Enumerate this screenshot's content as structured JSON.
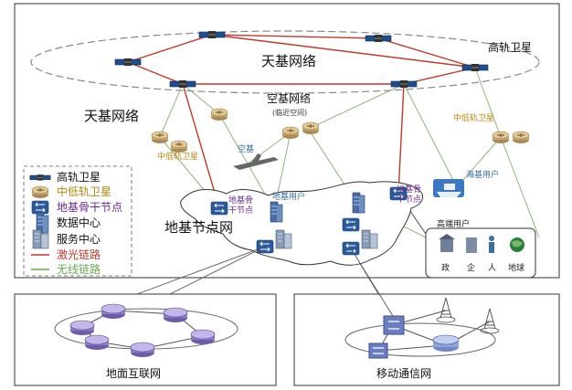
{
  "labels": {
    "top_network": "天基网络",
    "high_orbit_top": "高轨卫星",
    "left_network": "天基网络",
    "air_network": "空基网络",
    "air_sub": "(临近空间)",
    "air_craft": "空基",
    "mid_orbit_left": "中低轨卫星",
    "mid_orbit_right": "中低轨卫星",
    "ground_node_net": "地基节点网",
    "backbone_node_left_1": "地基骨",
    "backbone_node_left_2": "干节点",
    "backbone_node_right_1": "地基骨",
    "backbone_node_right_2": "干节点",
    "ground_user": "地基用户",
    "sea_user": "海基用户",
    "premium_user": "高端用户",
    "users": [
      "政",
      "企",
      "人",
      "地球"
    ],
    "ground_internet": "地面互联网",
    "mobile_network": "移动通信网"
  },
  "legend": [
    {
      "icon": "satellite-icon",
      "label": "高轨卫星",
      "color": "#111111"
    },
    {
      "icon": "router-icon",
      "label": "中低轨卫星",
      "color": "#b8860b"
    },
    {
      "icon": "switch-icon",
      "label": "地基骨干节点",
      "color": "#6a2c91"
    },
    {
      "icon": "server-icon",
      "label": "数据中心",
      "color": "#111111"
    },
    {
      "icon": "building-icon",
      "label": "服务中心",
      "color": "#111111"
    },
    {
      "icon": "red-line-icon",
      "label": "激光链路",
      "color": "#c0392b"
    },
    {
      "icon": "green-line-icon",
      "label": "无线链路",
      "color": "#6aa84f"
    }
  ],
  "colors": {
    "laser": "#c0392b",
    "wireless": "#8fb47a",
    "ground_link": "#555555",
    "orbit": "#888888"
  }
}
